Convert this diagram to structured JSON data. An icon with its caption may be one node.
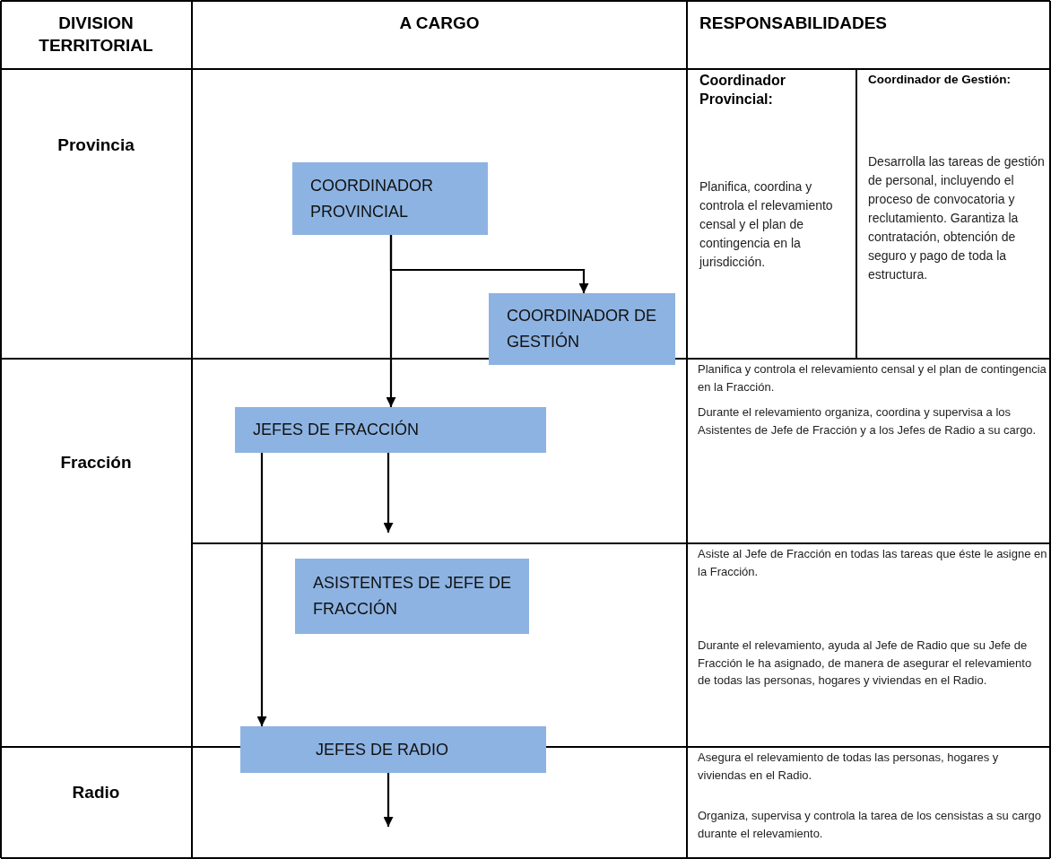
{
  "diagram": {
    "nodes": [
      {
        "text": [
          "COORDINADOR PROVINCIAL"
        ]
      },
      {
        "text": [
          "COORDINADOR DE GESTIÓN"
        ]
      },
      {
        "text": [
          "JEFES DE FRACCIÓN"
        ]
      },
      {
        "text": [
          "ASISTENTES DE JEFE DE FRACCIÓN"
        ]
      },
      {
        "text": [
          "JEFES DE RADIO"
        ]
      }
    ],
    "edges": [
      {
        "from": 0,
        "to": 1,
        "arrow": "to"
      },
      {
        "from": 0,
        "to": 2,
        "arrow": "to"
      },
      {
        "from": 2,
        "to": 4,
        "arrow": "to"
      },
      {
        "from": 2,
        "to": 3,
        "arrow": "to"
      },
      {
        "from": 4,
        "to": null,
        "arrow": "to"
      }
    ],
    "labels": [
      "DIVISION TERRITORIAL",
      "A CARGO",
      "RESPONSABILIDADES",
      "Provincia",
      "Coordinador Provincial:",
      "Planifica, coordina y controla el relevamiento censal y el plan de contingencia en la jurisdicción.",
      "Coordinador de Gestión:",
      "Desarrolla las tareas de gestión de personal, incluyendo el proceso de convocatoria y reclutamiento. Garantiza la contratación, obtención de seguro y pago de toda la estructura.",
      "Fracción",
      "Planifica y controla el relevamiento censal y el plan de contingencia en la Fracción.",
      "Durante el relevamiento organiza, coordina y supervisa a los Asistentes de Jefe de Fracción y a los Jefes de Radio a su cargo.",
      "Asiste al Jefe de Fracción en todas las tareas que éste le asigne en la Fracción.",
      "Durante el relevamiento, ayuda al Jefe de Radio que su Jefe de Fracción le ha asignado, de manera de asegurar el relevamiento de todas las personas, hogares y viviendas en el Radio.",
      "Radio",
      "Asegura el relevamiento de todas las personas, hogares y viviendas en el Radio.",
      "Organiza, supervisa y controla la tarea de los censistas a su cargo durante el relevamiento."
    ]
  }
}
